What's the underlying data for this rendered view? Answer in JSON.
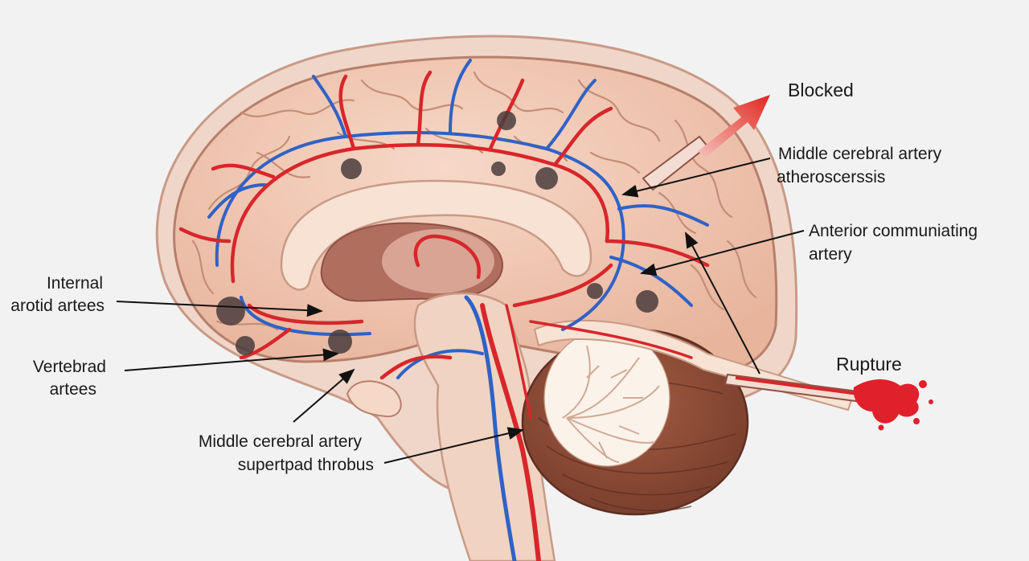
{
  "labels": {
    "internal_carotid": {
      "line1": "Internal",
      "line2": "arotid artees"
    },
    "vertebral": {
      "line1": "Vertebrad",
      "line2": "artees"
    },
    "mca_thrombus": {
      "line1": "Middle cerebral artery",
      "line2": "supertpad throbus"
    },
    "blocked": "Blocked",
    "mca_atherosclerosis": {
      "line1": "Middle cerebral artery",
      "line2": "atheroscerssis"
    },
    "anterior_communicating": {
      "line1": "Anterior communiating",
      "line2": "artery"
    },
    "rupture": "Rupture"
  },
  "colors": {
    "background": "#f2f2f3",
    "brain_tissue": "#f0c9b4",
    "cortex_outline": "#b77f6b",
    "artery": "#d8262b",
    "vein": "#2f62c6",
    "cerebellum": "#8a4b37",
    "arbor_vitae": "#fbf3ea",
    "plaque": "#4a3c3c",
    "blocked_arrow": "#e23a30",
    "rupture_blood": "#e0202b"
  },
  "icons": [
    "blocked-arrow-icon",
    "rupture-splash-icon"
  ]
}
